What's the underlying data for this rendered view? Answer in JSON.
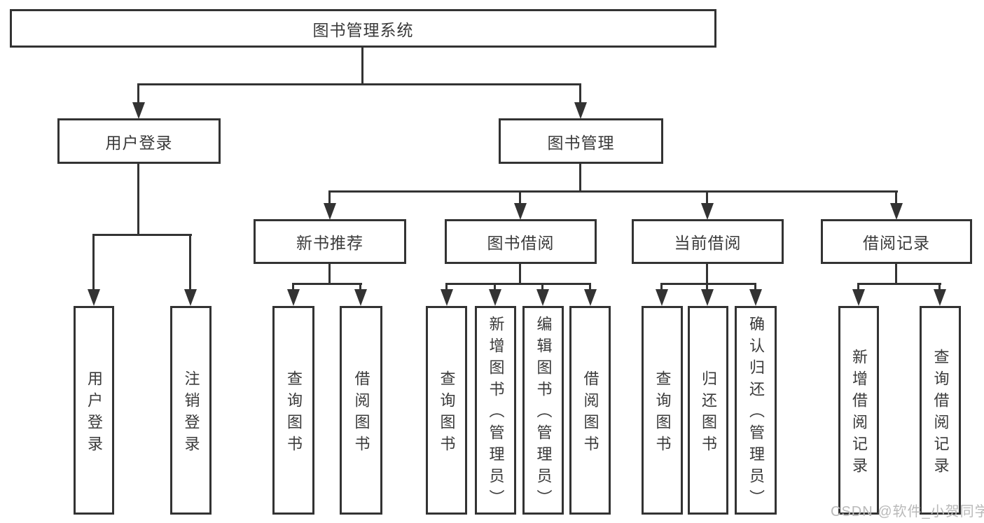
{
  "tree": {
    "root": "图书管理系统",
    "branches": [
      {
        "label": "用户登录",
        "children": [
          "用户登录",
          "注销登录"
        ]
      },
      {
        "label": "图书管理",
        "children": [
          {
            "label": "新书推荐",
            "children": [
              "查询图书",
              "借阅图书"
            ]
          },
          {
            "label": "图书借阅",
            "children": [
              "查询图书",
              "新增图书（管理员）",
              "编辑图书（管理员）",
              "借阅图书"
            ]
          },
          {
            "label": "当前借阅",
            "children": [
              "查询图书",
              "归还图书",
              "确认归还（管理员）"
            ]
          },
          {
            "label": "借阅记录",
            "children": [
              "新增借阅记录",
              "查询借阅记录"
            ]
          }
        ]
      }
    ]
  },
  "watermark": {
    "text": "CSDN @软件_小贺同学"
  },
  "colors": {
    "line": "#333333",
    "text": "#3a3a3a",
    "watermark": "#b9b9b9",
    "background": "#ffffff"
  }
}
